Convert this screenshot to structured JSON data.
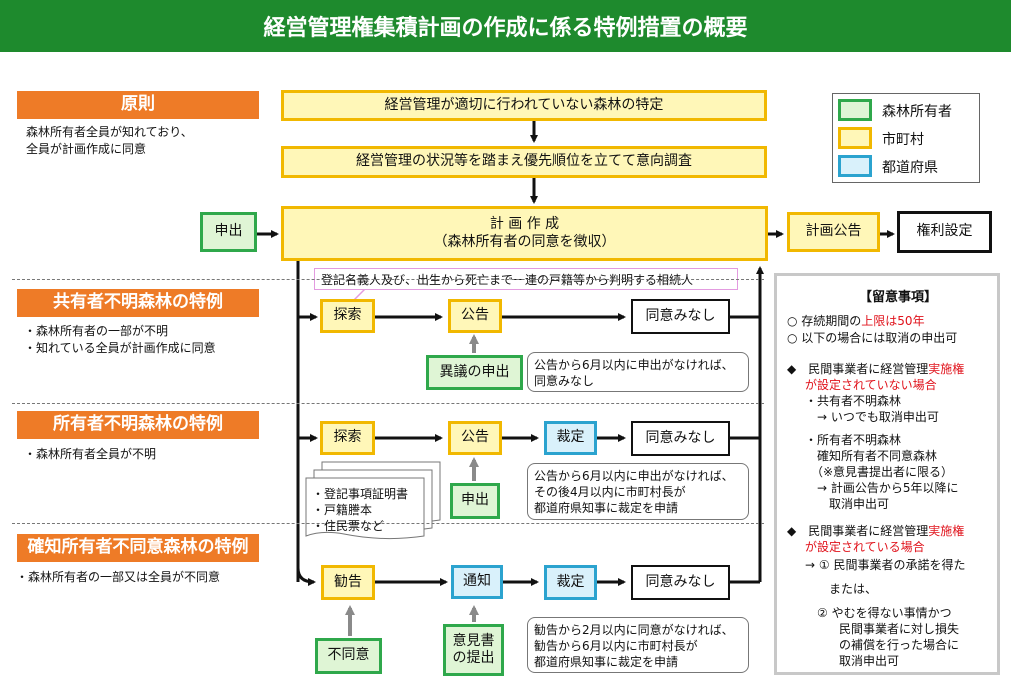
{
  "title": "経営管理権集積計画の作成に係る特例措置の概要",
  "legend": [
    {
      "label": "森林所有者",
      "kind": "green"
    },
    {
      "label": "市町村",
      "kind": "yellow"
    },
    {
      "label": "都道府県",
      "kind": "blue"
    }
  ],
  "principle": {
    "heading": "原則",
    "desc_1": "森林所有者全員が知れており、",
    "desc_2": "全員が計画作成に同意"
  },
  "main_flow": {
    "step1": "経営管理が適切に行われていない森林の特定",
    "step2": "経営管理の状況等を踏まえ優先順位を立てて意向調査",
    "request": "申出",
    "plan_line1": "計 画 作 成",
    "plan_line2": "（森林所有者の同意を徴収）",
    "public_notice": "計画公告",
    "rights": "権利設定"
  },
  "callout": "登記名義人及び、出生から死亡まで一連の戸籍等から判明する相続人",
  "section1": {
    "heading": "共有者不明森林の特例",
    "desc_1": "・森林所有者の一部が不明",
    "desc_2": "・知れている全員が計画作成に同意",
    "search": "探索",
    "notice": "公告",
    "no_consent": "同意みなし",
    "objection": "異議の申出",
    "note_1": "公告から6月以内に申出がなければ、",
    "note_2": "同意みなし"
  },
  "section2": {
    "heading": "所有者不明森林の特例",
    "desc_1": "・森林所有者全員が不明",
    "search": "探索",
    "notice": "公告",
    "ruling": "裁定",
    "no_consent": "同意みなし",
    "request": "申出",
    "docs": [
      "・登記事項証明書",
      "・戸籍謄本",
      "・住民票など"
    ],
    "note_1": "公告から6月以内に申出がなければ、",
    "note_2": "その後4月以内に市町村長が",
    "note_3": "都道府県知事に裁定を申請"
  },
  "section3": {
    "heading": "確知所有者不同意森林の特例",
    "desc_1": "・森林所有者の一部又は全員が不同意",
    "advice": "勧告",
    "notify": "通知",
    "ruling": "裁定",
    "no_consent": "同意みなし",
    "disagree": "不同意",
    "opinion_1": "意見書",
    "opinion_2": "の提出",
    "note_1": "勧告から2月以内に同意がなければ、",
    "note_2": "勧告から6月以内に市町村長が",
    "note_3": "都道府県知事に裁定を申請"
  },
  "notes": {
    "title": "【留意事項】",
    "l1_pre": "○ 存続期間の",
    "l1_red": "上限は50年",
    "l2": "○ 以下の場合には取消の申出可",
    "b1_pre": "◆　民間事業者に経営管理",
    "b1_red1": "実施権",
    "b1_red2": "が設定されていない場合",
    "b1_a": "・共有者不明森林",
    "b1_b": "　→ いつでも取消申出可",
    "b1_c": "・所有者不明森林",
    "b1_d": "　確知所有者不同意森林",
    "b1_e": "　（※意見書提出者に限る）",
    "b1_f": "　→ 計画公告から5年以降に",
    "b1_g": "　　取消申出可",
    "b2_pre": "◆　民間事業者に経営管理",
    "b2_red1": "実施権",
    "b2_red2": "が設定されている場合",
    "b2_a": "→ ① 民間事業者の承諾を得た",
    "b2_b": "または、",
    "b2_c": "② やむを得ない事情かつ",
    "b2_d": "民間事業者に対し損失",
    "b2_e": "の補償を行った場合に",
    "b2_f": "取消申出可"
  },
  "colors": {
    "header": "#1e8a2d",
    "orange": "#ee7b27",
    "yellow_fill": "#fff7b8",
    "yellow_border": "#f1b800",
    "green_fill": "#dff5d5",
    "green_border": "#2fa84b",
    "blue_fill": "#d9f1fb",
    "blue_border": "#2ba3cf",
    "red_text": "#e0121b"
  }
}
